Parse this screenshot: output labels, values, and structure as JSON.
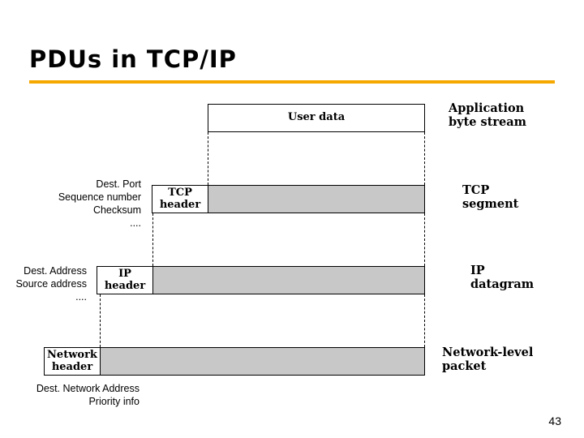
{
  "slide": {
    "title": "PDUs in TCP/IP",
    "page_number": "43",
    "accent_color": "#F5A800",
    "box_fill_gray": "#C8C8C8"
  },
  "diagram": {
    "rows": [
      {
        "name": "user-data",
        "header_label": "",
        "payload_label": "User data",
        "right_label": "Application\nbyte stream",
        "fields": ""
      },
      {
        "name": "tcp",
        "header_label": "TCP\nheader",
        "payload_label": "",
        "right_label": "TCP\nsegment",
        "fields": "Dest. Port\nSequence number\nChecksum\n...."
      },
      {
        "name": "ip",
        "header_label": "IP\nheader",
        "payload_label": "",
        "right_label": "IP\ndatagram",
        "fields": "Dest. Address\nSource address\n...."
      },
      {
        "name": "network",
        "header_label": "Network\nheader",
        "payload_label": "",
        "right_label": "Network-level\npacket",
        "fields": "Dest. Network Address\nPriority info"
      }
    ]
  }
}
